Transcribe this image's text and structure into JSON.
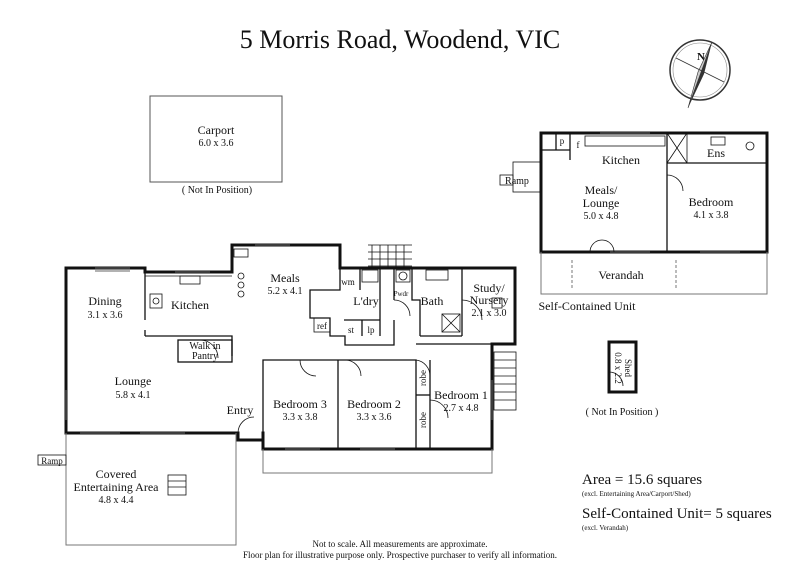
{
  "title": "5 Morris Road, Woodend, VIC",
  "compass_label": "N",
  "rooms": {
    "carport": {
      "name": "Carport",
      "size": "6.0 x 3.6",
      "note": "( Not In Position)"
    },
    "dining": {
      "name": "Dining",
      "size": "3.1 x 3.6"
    },
    "kitchen": {
      "name": "Kitchen"
    },
    "meals": {
      "name": "Meals",
      "size": "5.2 x 4.1"
    },
    "wm": {
      "name": "wm"
    },
    "laundry": {
      "name": "L'dry"
    },
    "pwdr": {
      "name": "Pwdr"
    },
    "ref": {
      "name": "ref"
    },
    "st": {
      "name": "st"
    },
    "lp": {
      "name": "lp"
    },
    "bath": {
      "name": "Bath"
    },
    "study": {
      "name_line1": "Study/",
      "name_line2": "Nursery",
      "size": "2.1 x 3.0"
    },
    "pantry": {
      "name_line1": "Walk in",
      "name_line2": "Pantry"
    },
    "lounge": {
      "name": "Lounge",
      "size": "5.8 x 4.1"
    },
    "entry": {
      "name": "Entry"
    },
    "bedroom3": {
      "name": "Bedroom 3",
      "size": "3.3 x 3.8"
    },
    "bedroom2": {
      "name": "Bedroom 2",
      "size": "3.3 x 3.6"
    },
    "robe_a": {
      "name": "robe"
    },
    "robe_b": {
      "name": "robe"
    },
    "bedroom1": {
      "name": "Bedroom 1",
      "size": "2.7 x 4.8"
    },
    "covered": {
      "name_line1": "Covered",
      "name_line2": "Entertaining Area",
      "size": "4.8 x 4.4"
    },
    "ramp_main": {
      "name": "Ramp"
    }
  },
  "unit": {
    "p": "p",
    "f": "f",
    "kitchen": "Kitchen",
    "ens": "Ens",
    "meals_line1": "Meals/",
    "meals_line2": "Lounge",
    "meals_size": "5.0 x 4.8",
    "bedroom": "Bedroom",
    "bedroom_size": "4.1 x 3.8",
    "ramp": "Ramp",
    "verandah": "Verandah",
    "caption": "Self-Contained Unit"
  },
  "shed": {
    "name": "Shed",
    "size": "0.8 x 2.2",
    "note": "( Not In Position )"
  },
  "area": {
    "main": "Area = 15.6 squares",
    "main_note": "(excl. Entertaining Area/Carport/Shed)",
    "unit": "Self-Contained Unit= 5 squares",
    "unit_note": "(excl. Verandah)"
  },
  "disclaimer": {
    "line1": "Not to scale. All measurements are approximate.",
    "line2": "Floor plan for illustrative purpose only. Prospective purchaser to verify all information."
  }
}
